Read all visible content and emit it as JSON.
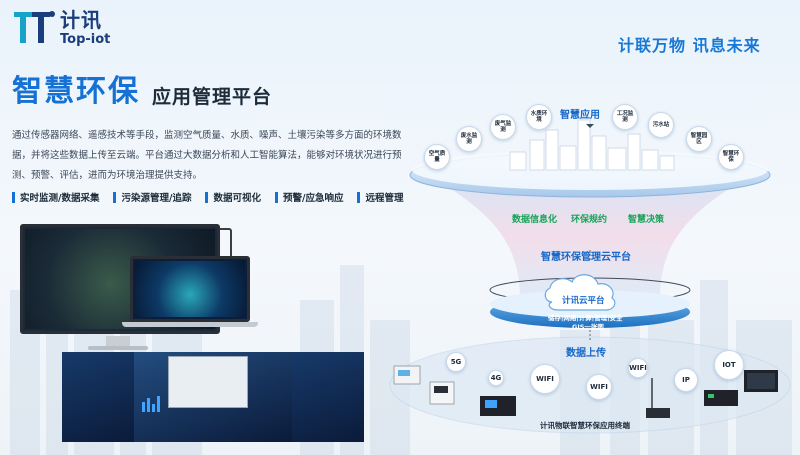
{
  "brand": {
    "name_cn": "计讯",
    "name_en": "Top-iot"
  },
  "slogan": "计联万物  讯息未来",
  "title": {
    "main": "智慧环保",
    "sub": "应用管理平台"
  },
  "description": "通过传感器网络、遥感技术等手段，监测空气质量、水质、噪声、土壤污染等多方面的环境数据，并将这些数据上传至云端。平台通过大数据分析和人工智能算法，能够对环境状况进行预测、预警、评估，进而为环境治理提供支持。",
  "features": [
    "实时监测/数据采集",
    "污染源管理/追踪",
    "数据可视化",
    "预警/应急响应",
    "远程管理"
  ],
  "diagram": {
    "apps_title": "智慧应用",
    "apps": [
      "空气质量",
      "废水监测",
      "废气监测",
      "水质环境",
      "工况监测",
      "污水站",
      "智慧园区",
      "智慧环保"
    ],
    "platform_features": [
      "数据信息化",
      "环保规约",
      "智慧决策"
    ],
    "platform_title": "智慧环保管理云平台",
    "cloud_label": "计讯云平台",
    "cloud_caption_1": "储存|网络|计算|管理|安全",
    "cloud_caption_2": "GIS一张图",
    "upload_title": "数据上传",
    "connectivity": [
      "5G",
      "4G",
      "WIFI",
      "WIFI",
      "WIFI",
      "IP",
      "IOT"
    ],
    "terminal_caption": "计讯物联智慧环保应用终端"
  },
  "colors": {
    "brand": "#1a3d7c",
    "accent": "#1571d4",
    "green": "#17a35a"
  },
  "icons": [
    "brand-logo-icon",
    "cloud-icon",
    "arrow-down-icon",
    "antenna-icon"
  ]
}
